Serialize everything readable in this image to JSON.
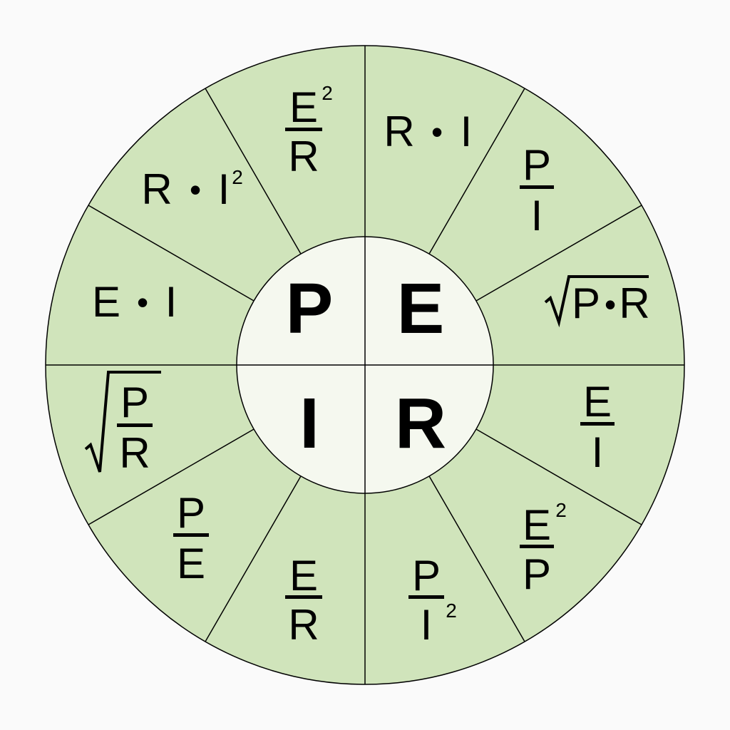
{
  "colors": {
    "background": "#fafafa",
    "outer_ring": "#d0e4bb",
    "inner_circle": "#f5f8ef",
    "stroke": "#000000"
  },
  "center": {
    "top_left": "P",
    "top_right": "E",
    "bottom_left": "I",
    "bottom_right": "R"
  },
  "segments": {
    "r_times_i": {
      "a": "R",
      "op": "•",
      "b": "I"
    },
    "p_over_i": {
      "num": "P",
      "den": "I"
    },
    "sqrt_p_r": {
      "a": "P",
      "op": "•",
      "b": "R"
    },
    "e_over_i": {
      "num": "E",
      "den": "I"
    },
    "e2_over_p": {
      "num": "E",
      "sup": "2",
      "den": "P"
    },
    "p_over_i2": {
      "num": "P",
      "den": "I",
      "sup": "2"
    },
    "e_over_r": {
      "num": "E",
      "den": "R"
    },
    "p_over_e": {
      "num": "P",
      "den": "E"
    },
    "sqrt_p_over_r": {
      "num": "P",
      "den": "R"
    },
    "e_times_i": {
      "a": "E",
      "op": "•",
      "b": "I"
    },
    "r_times_i2": {
      "a": "R",
      "op": "•",
      "b": "I",
      "sup": "2"
    },
    "e2_over_r": {
      "num": "E",
      "sup": "2",
      "den": "R"
    }
  }
}
